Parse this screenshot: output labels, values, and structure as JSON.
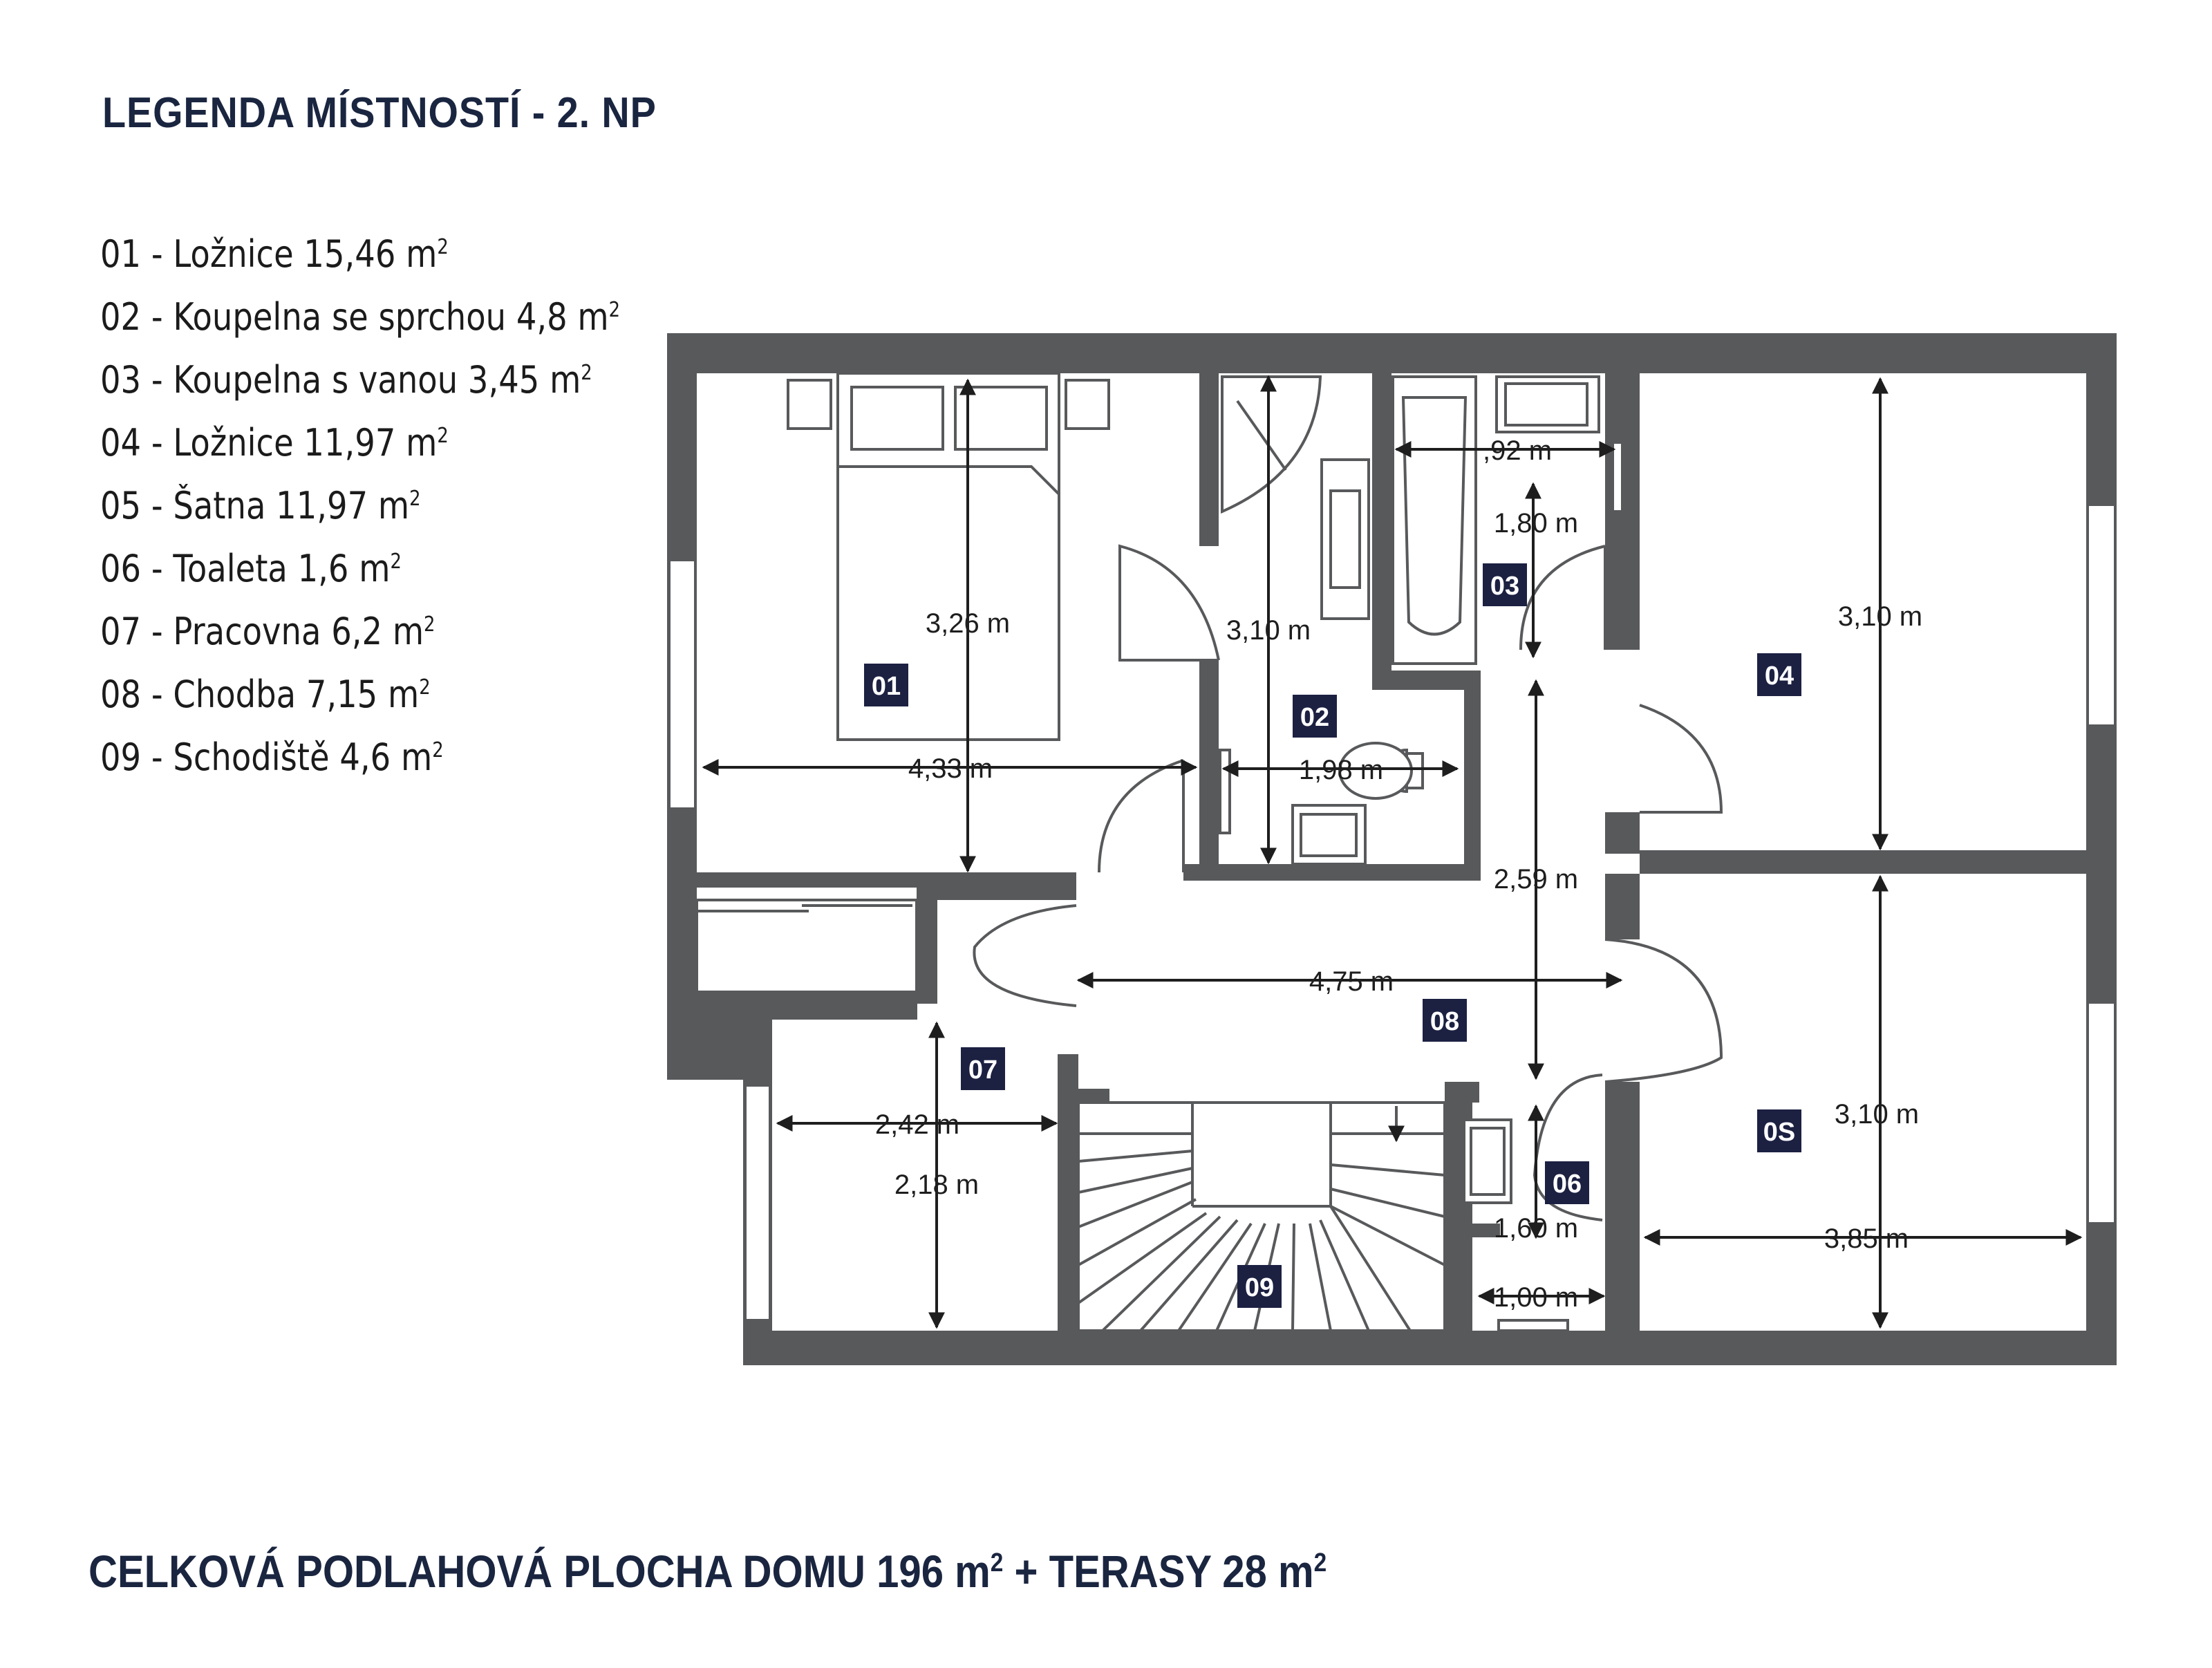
{
  "title": "LEGENDA MÍSTNOSTÍ - 2. NP",
  "legend": [
    {
      "text": "01 - Ložnice 15,46 m",
      "sup": "2"
    },
    {
      "text": "02 - Koupelna se sprchou 4,8 m",
      "sup": "2"
    },
    {
      "text": "03 - Koupelna s vanou 3,45 m",
      "sup": "2"
    },
    {
      "text": "04 - Ložnice 11,97 m",
      "sup": "2"
    },
    {
      "text": "05 - Šatna 11,97 m",
      "sup": "2"
    },
    {
      "text": "06 - Toaleta 1,6 m",
      "sup": "2"
    },
    {
      "text": "07 - Pracovna 6,2 m",
      "sup": "2"
    },
    {
      "text": "08 - Chodba 7,15 m",
      "sup": "2"
    },
    {
      "text": "09 - Schodiště 4,6 m",
      "sup": "2"
    }
  ],
  "room_labels": {
    "r01": "01",
    "r02": "02",
    "r03": "03",
    "r04": "04",
    "r05": "0S",
    "r06": "06",
    "r07": "07",
    "r08": "08",
    "r09": "09"
  },
  "dimensions": {
    "d01_h": "4,33 m",
    "d01_v": "3,26 m",
    "d02_h": "1,98 m",
    "d02_v": "3,10 m",
    "d03_h": ",92 m",
    "d03_v": "1,80 m",
    "d04_v": "3,10 m",
    "d05_v": "3,10 m",
    "d05_h": "3,85 m",
    "d06_v": "1,60 m",
    "d06_h": "1,00 m",
    "d07_h": "2,42 m",
    "d07_v": "2,18 m",
    "d08_h": "4,75 m",
    "d08_v": "2,59 m"
  },
  "footer": {
    "part1": "CELKOVÁ PODLAHOVÁ PLOCHA DOMU 196 m",
    "sup1": "2",
    "part2": " + TERASY 28 m",
    "sup2": "2"
  },
  "colors": {
    "wall": "#58595b",
    "label_bg": "#1c2142",
    "heading": "#1a2540"
  }
}
